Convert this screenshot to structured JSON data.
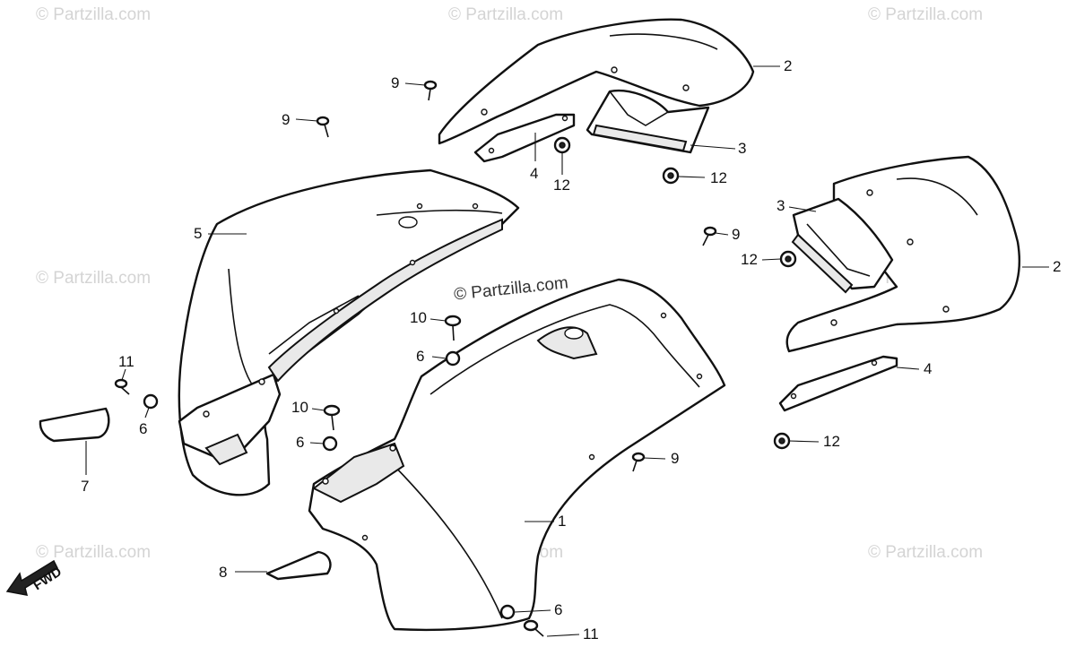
{
  "watermarks": {
    "corner": "© Partzilla.com",
    "center": "© Partzilla.com"
  },
  "direction_label": "FWD",
  "callouts": {
    "c1": "1",
    "c2a": "2",
    "c2b": "2",
    "c3a": "3",
    "c3b": "3",
    "c4a": "4",
    "c4b": "4",
    "c5": "5",
    "c6a": "6",
    "c6b": "6",
    "c6c": "6",
    "c6d": "6",
    "c7": "7",
    "c8": "8",
    "c9a": "9",
    "c9b": "9",
    "c9c": "9",
    "c9d": "9",
    "c10a": "10",
    "c10b": "10",
    "c11a": "11",
    "c11b": "11",
    "c12a": "12",
    "c12b": "12",
    "c12c": "12",
    "c12d": "12"
  },
  "colors": {
    "line": "#111111",
    "watermark": "#d4d4d4",
    "background": "#ffffff"
  }
}
